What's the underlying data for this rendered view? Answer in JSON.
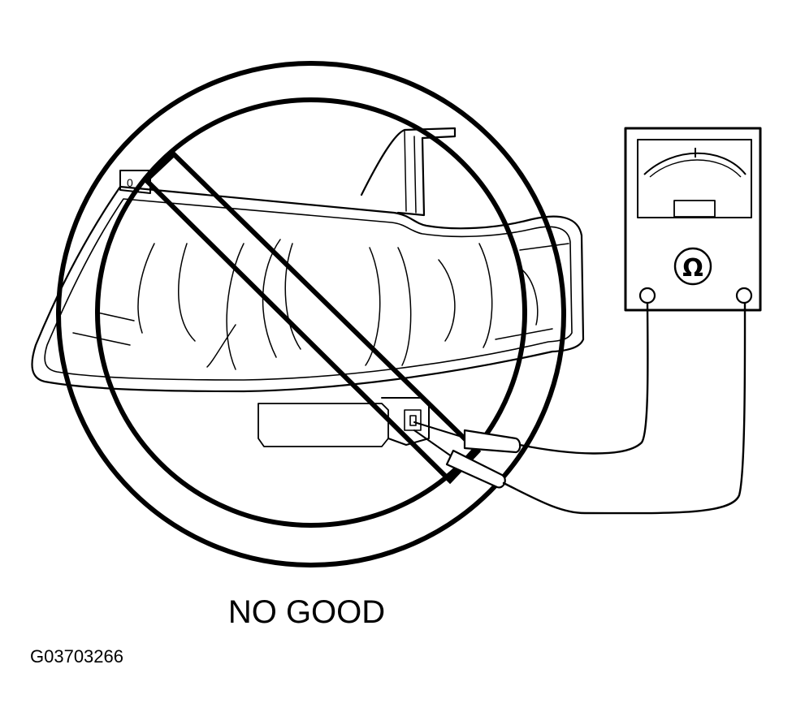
{
  "diagram": {
    "verdict_label": "NO GOOD",
    "figure_id": "G03703266",
    "meter_symbol": "Ω",
    "component": "headlight assembly",
    "instrument": "ohmmeter",
    "overlay": "prohibition-sign",
    "line_color": "#000000",
    "background_color": "#ffffff"
  }
}
